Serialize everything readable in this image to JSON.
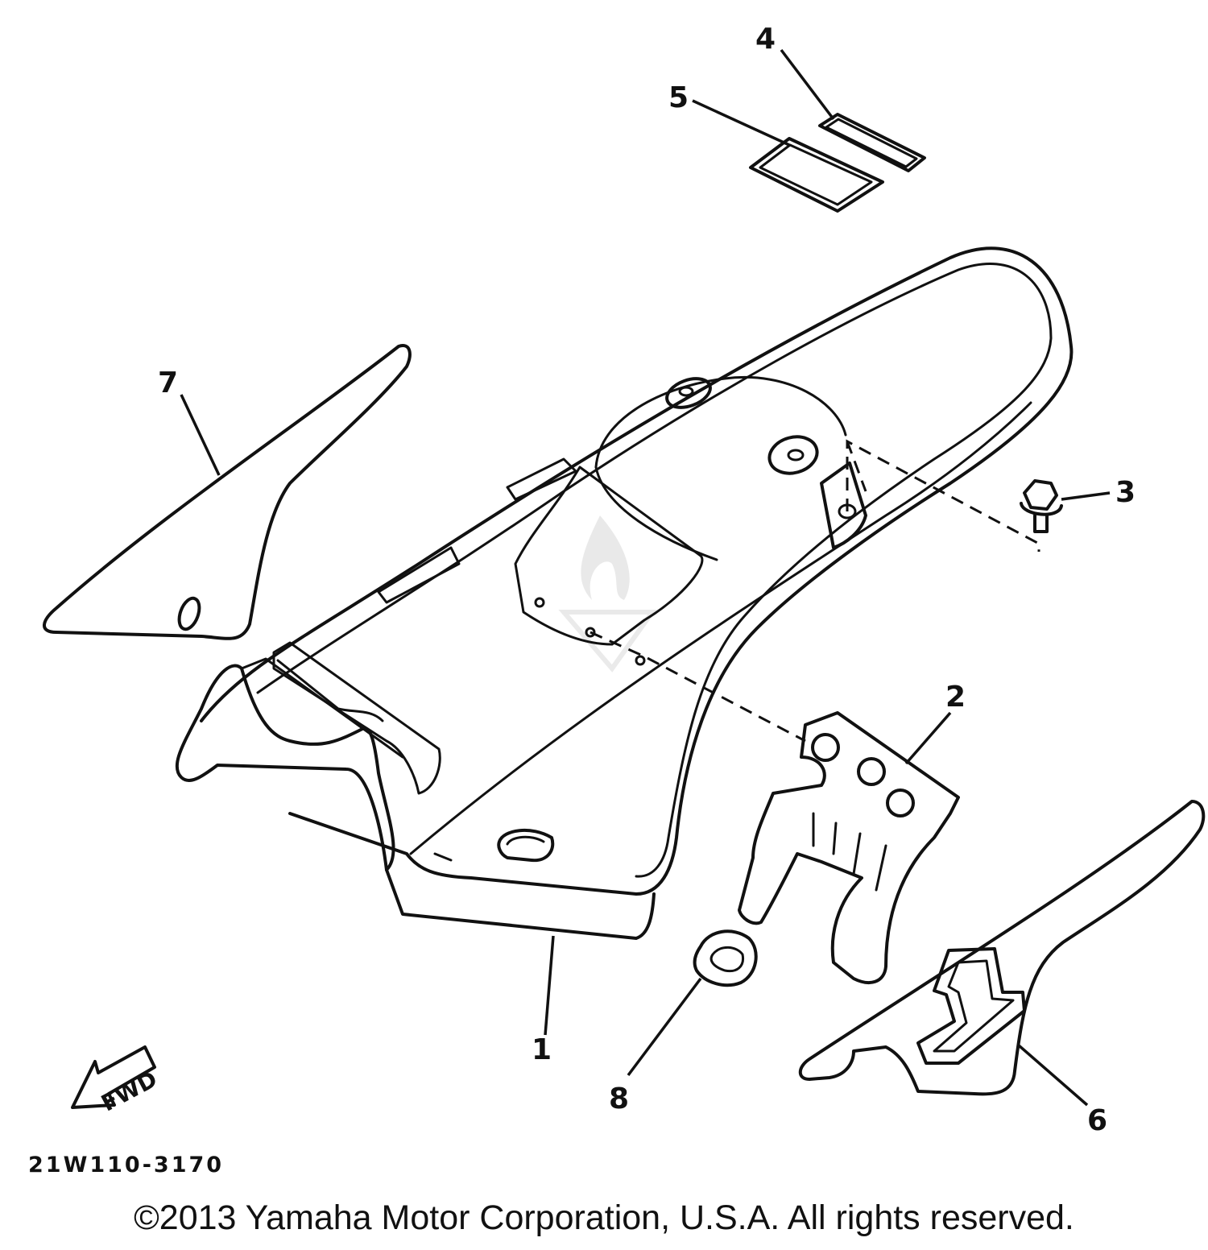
{
  "diagram": {
    "part_code": "21W110-3170",
    "copyright": "©2013 Yamaha Motor Corporation, U.S.A. All rights reserved.",
    "fwd_arrow_label": "FWD",
    "callouts": [
      {
        "id": "1",
        "label": "1",
        "part": "rear fender"
      },
      {
        "id": "2",
        "label": "2",
        "part": "mud flap plate"
      },
      {
        "id": "3",
        "label": "3",
        "part": "bolt"
      },
      {
        "id": "4",
        "label": "4",
        "part": "emblem"
      },
      {
        "id": "5",
        "label": "5",
        "part": "emblem"
      },
      {
        "id": "6",
        "label": "6",
        "part": "side cover graphic"
      },
      {
        "id": "7",
        "label": "7",
        "part": "side cover"
      },
      {
        "id": "8",
        "label": "8",
        "part": "grommet"
      }
    ],
    "watermark_icons": [
      "flame-logo-icon"
    ]
  }
}
